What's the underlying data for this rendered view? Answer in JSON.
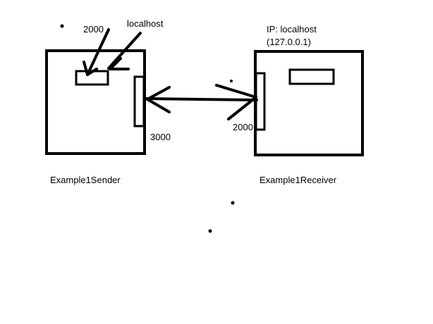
{
  "diagram": {
    "sender": {
      "name": "Example1Sender",
      "local_port": "2000",
      "host": "localhost",
      "connect_port": "3000"
    },
    "receiver": {
      "name": "Example1Receiver",
      "ip_line1": "IP: localhost",
      "ip_line2": "(127.0.0.1)",
      "port": "2000"
    }
  },
  "colors": {
    "ink": "#000000",
    "background": "#ffffff"
  }
}
